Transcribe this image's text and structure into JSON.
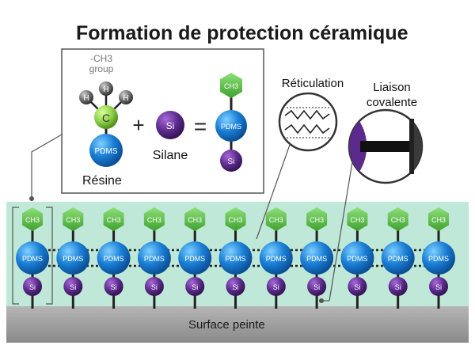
{
  "title": "Formation de protection céramique",
  "inset": {
    "methyl_label_line1": "-CH3",
    "methyl_label_line2": "group",
    "carbon": "C",
    "hydrogen": "H",
    "pdms": "PDMS",
    "resine": "Résine",
    "plus": "+",
    "si": "Si",
    "silane": "Silane",
    "equals": "=",
    "ch3": "CH3"
  },
  "labels": {
    "reticulation": "Réticulation",
    "liaison_line1": "Liaison",
    "liaison_line2": "covalente",
    "surface": "Surface peinte"
  },
  "molecule": {
    "cap": "CH3",
    "body": "PDMS",
    "base": "Si",
    "count": 11
  },
  "colors": {
    "coating": "#bfe8d8",
    "hexagon": "#5cc24a",
    "pdms": "#1a7fd6",
    "silane": "#5b2a8c",
    "surface": "#9e9e9e",
    "carbon": "#8cd04a",
    "hydrogen": "#6a6a6a"
  }
}
